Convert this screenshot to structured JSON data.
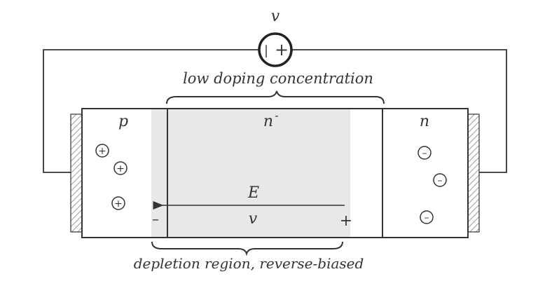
{
  "labels": {
    "voltage_top": "v",
    "low_doping": "low doping concentration",
    "p_region": "p",
    "n_minus_base": "n",
    "n_minus_sup": "-",
    "n_region": "n",
    "field": "E",
    "voltage_inner": "v",
    "minus_sign": "–",
    "plus_sign": "+",
    "depletion": "depletion region, reverse-biased"
  },
  "source": {
    "minus_glyph": "|",
    "plus_glyph": "+"
  },
  "charges": {
    "holes": [
      "+",
      "+",
      "+"
    ],
    "electrons": [
      "–",
      "–",
      "–"
    ]
  },
  "colors": {
    "line": "#333333",
    "depletion_fill": "#e8e8e8",
    "hatch": "#555555"
  }
}
